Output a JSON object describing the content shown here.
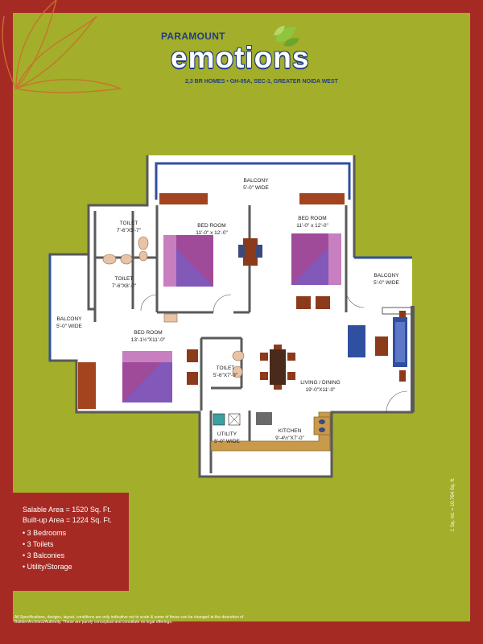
{
  "brand": {
    "name_top": "PARAMOUNT",
    "name_main": "emotions",
    "tagline": "2,3 BR HOMES • GH-05A, SEC-1, GREATER NOIDA WEST"
  },
  "rooms": {
    "balcony_top": {
      "name": "BALCONY",
      "size": "5'-0\" WIDE"
    },
    "bed_room_1": {
      "name": "BED ROOM",
      "size": "11'-0\" x 12'-0\""
    },
    "bed_room_2": {
      "name": "BED ROOM",
      "size": "11'-0\" x 12'-0\""
    },
    "toilet_1": {
      "name": "TOILET",
      "size": "7'-6\"X5'-7\""
    },
    "toilet_2": {
      "name": "TOILET",
      "size": "7'-6\"X8'-0\""
    },
    "balcony_left": {
      "name": "BALCONY",
      "size": "5'-0\" WIDE"
    },
    "bed_room_3": {
      "name": "BED ROOM",
      "size": "13'-1½\"X11'-0\""
    },
    "toilet_3": {
      "name": "TOILET",
      "size": "5'-6\"X7'-9\""
    },
    "balcony_right": {
      "name": "BALCONY",
      "size": "5'-0\" WIDE"
    },
    "living_dining": {
      "name": "LIVING / DINING",
      "size": "19'-0\"X11'-0\""
    },
    "utility": {
      "name": "UTILITY",
      "size": "5'-0\" WIDE"
    },
    "kitchen": {
      "name": "KITCHEN",
      "size": "9'-4½\"X7'-0\""
    }
  },
  "specs": {
    "salable_area": "Salable Area  = 1520 Sq. Ft.",
    "builtup_area": "Built-up Area  = 1224 Sq. Ft.",
    "features": [
      "• 3 Bedrooms",
      "• 3 Toilets",
      "• 3 Balconies",
      "• Utility/Storage"
    ]
  },
  "disclaimer": "All Specifications, designs, layout, conditions are only indicative not to scale & some of these can be changed at the discretion of Builder/Architect/Authority. These are purely conceptual and constitute no legal offerings.",
  "scale_note": "1 Sq. mt. = 10.764 Sq. ft.",
  "colors": {
    "frame": "#a62a24",
    "background": "#a3ae2a",
    "brand_blue": "#1f3c86",
    "wall": "#5a5a5a",
    "window": "#2f4fa0",
    "bed": "#a04a9a",
    "wood": "#8b3a1a"
  }
}
